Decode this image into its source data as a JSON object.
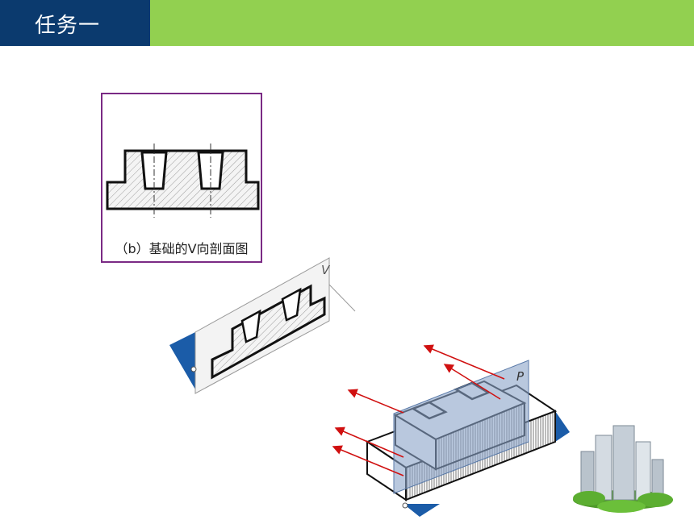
{
  "header": {
    "title": "任务一"
  },
  "figure_b": {
    "caption": "（b）基础的V向剖面图"
  },
  "plane_labels": {
    "v": "V",
    "p": "P"
  },
  "colors": {
    "header_dark": "#0b3a6e",
    "header_green": "#92d050",
    "frame_purple": "#7a2a84",
    "arrow_red": "#d01010",
    "plane_blue": "#1b5ca8"
  }
}
